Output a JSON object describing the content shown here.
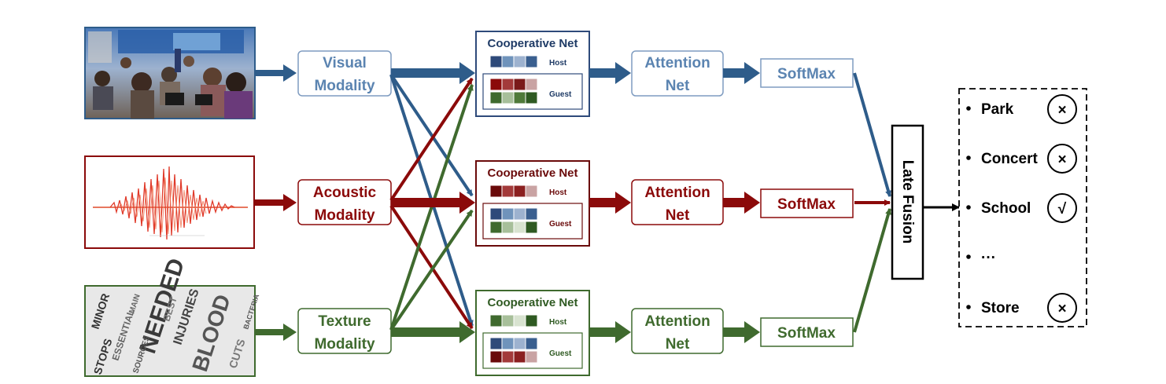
{
  "colors": {
    "visual": "#2e5c8a",
    "acoustic": "#8b0a0a",
    "texture": "#3f6a2e",
    "visual_light": "#6f93bb",
    "acoustic_light": "#c9a3a3",
    "texture_light": "#a7bf9a",
    "black": "#000000"
  },
  "modalities": [
    {
      "line1": "Visual",
      "line2": "Modality"
    },
    {
      "line1": "Acoustic",
      "line2": "Modality"
    },
    {
      "line1": "Texture",
      "line2": "Modality"
    }
  ],
  "cooperative": {
    "title": "Cooperative Net",
    "host": "Host",
    "guest": "Guest"
  },
  "attention": {
    "line1": "Attention",
    "line2": "Net"
  },
  "softmax": "SoftMax",
  "late_fusion": "Late Fusion",
  "outputs": [
    {
      "label": "Park",
      "mark": "×"
    },
    {
      "label": "Concert",
      "mark": "×"
    },
    {
      "label": "School",
      "mark": "√"
    },
    {
      "label": "···",
      "mark": ""
    },
    {
      "label": "Store",
      "mark": "×"
    }
  ],
  "wordcloud": [
    "NEEDED",
    "BLOOD",
    "INJURIES",
    "STOPS",
    "ESSENTIAL",
    "MINOR",
    "BEST",
    "CUTS",
    "SOURCES",
    "MAIN",
    "BACTERIA"
  ]
}
